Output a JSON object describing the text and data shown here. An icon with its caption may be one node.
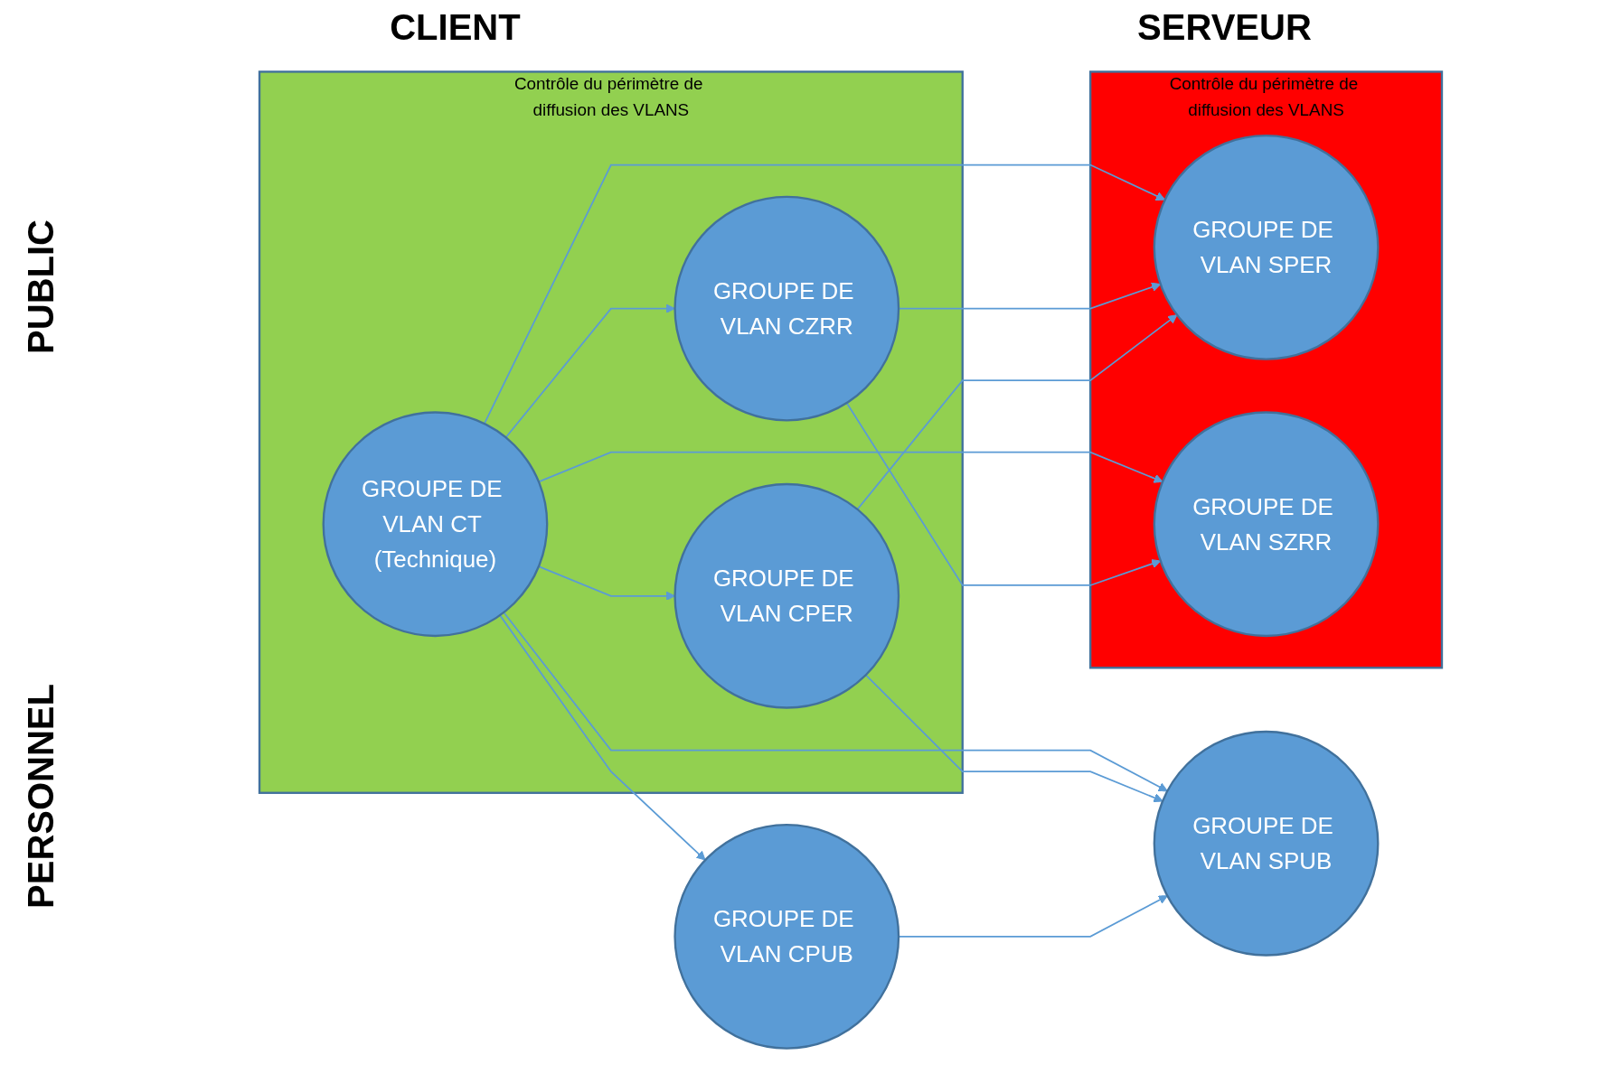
{
  "diagram": {
    "nodes": [
      {
        "text": [
          "GROUPE DE VLAN CPUB"
        ]
      },
      {
        "text": [
          "GROUPE DE VLAN SPUB"
        ]
      },
      {
        "text": [
          "Contrôle du périmètre de diffusion des VLANS"
        ]
      },
      {
        "text": [
          "GROUPE DE VLAN CPER"
        ],
        "in": 2
      },
      {
        "text": [
          "GROUPE DE VLAN CZRR"
        ],
        "in": 2
      },
      {
        "text": [
          "GROUPE DE VLAN CT (Technique)"
        ],
        "in": 2
      },
      {
        "text": [
          "Contrôle du périmètre de diffusion des VLANS"
        ]
      },
      {
        "text": [
          "GROUPE DE VLAN SPER"
        ],
        "in": 6
      },
      {
        "text": [
          "GROUPE DE VLAN SZRR"
        ],
        "in": 6
      }
    ],
    "edges": [
      {
        "from": 0,
        "to": 1,
        "arrow": "to"
      },
      {
        "from": 3,
        "to": 1,
        "arrow": "to"
      },
      {
        "from": 5,
        "to": 1,
        "arrow": "to"
      },
      {
        "from": 3,
        "to": 7,
        "arrow": "to"
      },
      {
        "from": 4,
        "to": 7,
        "arrow": "to"
      },
      {
        "from": 5,
        "to": 7,
        "arrow": "to"
      },
      {
        "from": 4,
        "to": 8,
        "arrow": "to"
      },
      {
        "from": 5,
        "to": 8,
        "arrow": "to"
      },
      {
        "from": 5,
        "to": 3,
        "arrow": "to"
      },
      {
        "from": 5,
        "to": 4,
        "arrow": "to"
      },
      {
        "from": 5,
        "to": 0,
        "arrow": "to"
      }
    ],
    "labels": [
      "CLIENT",
      "SERVEUR",
      "PUBLIC",
      "PERSONNEL"
    ]
  }
}
